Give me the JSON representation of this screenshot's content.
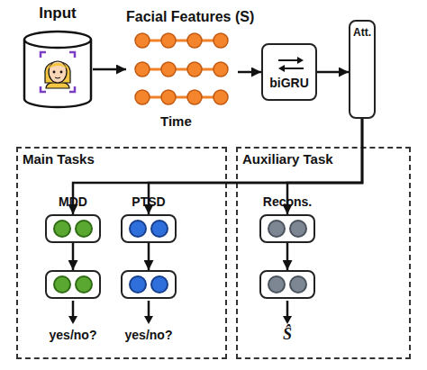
{
  "diagram": {
    "nodes": [
      {
        "text": [
          "Input"
        ]
      },
      {
        "text": [
          "Facial Features (S)",
          "Time"
        ]
      },
      {
        "text": [
          "biGRU"
        ]
      },
      {
        "text": [
          "Att."
        ]
      },
      {
        "text": [
          "Main Tasks"
        ]
      },
      {
        "text": [
          "MDD"
        ],
        "in": 4
      },
      {
        "text": [
          "PTSD"
        ],
        "in": 4
      },
      {
        "text": [
          "yes/no?"
        ],
        "in": 4
      },
      {
        "text": [
          "yes/no?"
        ],
        "in": 4
      },
      {
        "text": [
          "Auxiliary Task"
        ]
      },
      {
        "text": [
          "Recons."
        ],
        "in": 9
      },
      {
        "text": [
          "Ŝ"
        ],
        "in": 9
      }
    ],
    "edges": [
      {
        "from": 0,
        "to": 1,
        "arrow": "to"
      },
      {
        "from": 1,
        "to": 2,
        "arrow": "to"
      },
      {
        "from": 2,
        "to": 3,
        "arrow": "to"
      },
      {
        "from": 3,
        "to": 5,
        "arrow": "to"
      },
      {
        "from": 3,
        "to": 6,
        "arrow": "to"
      },
      {
        "from": 3,
        "to": 10,
        "arrow": "to"
      },
      {
        "from": 5,
        "to": 7,
        "arrow": "to"
      },
      {
        "from": 6,
        "to": 8,
        "arrow": "to"
      },
      {
        "from": 10,
        "to": 11,
        "arrow": "to"
      }
    ]
  }
}
